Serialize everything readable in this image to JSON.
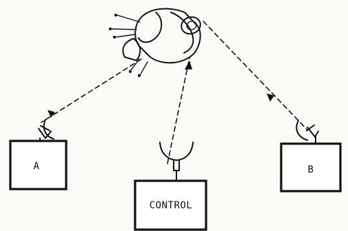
{
  "diagram": {
    "stations": {
      "a_label": "A",
      "control_label": "CONTROL",
      "b_label": "B"
    },
    "colors": {
      "ink": "#111111",
      "paper": "#fbfaf7"
    }
  }
}
